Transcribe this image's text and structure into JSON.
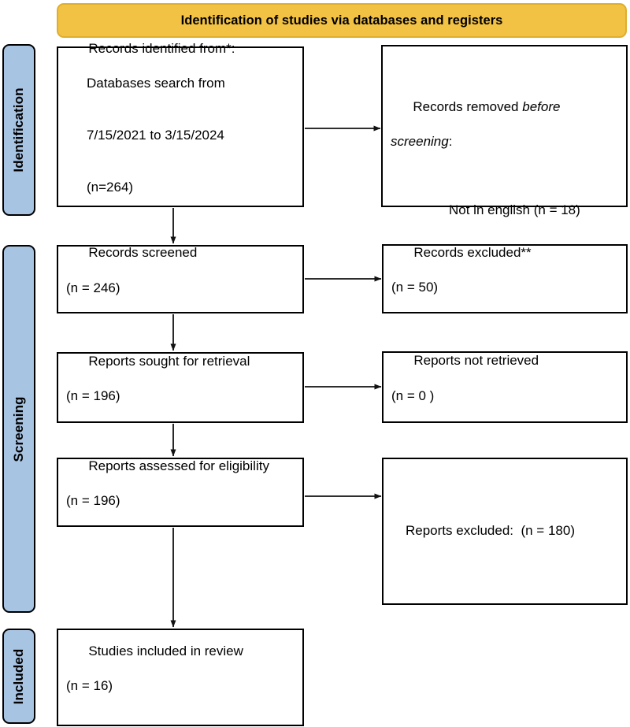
{
  "banner": {
    "title": "Identification of studies via databases and registers",
    "fill_color": "#f2c244"
  },
  "phases": [
    {
      "id": "identification",
      "label": "Identification",
      "fill_color": "#a8c4e3"
    },
    {
      "id": "screening",
      "label": "Screening",
      "fill_color": "#a8c4e3"
    },
    {
      "id": "included",
      "label": "Included",
      "fill_color": "#a8c4e3"
    }
  ],
  "boxes": {
    "records_identified": {
      "line1": "Records identified from*:",
      "line2": "Databases search from",
      "line3": "7/15/2021 to 3/15/2024",
      "line4": "(n=264)"
    },
    "records_removed": {
      "line1_prefix": "Records removed ",
      "line1_italic": "before",
      "line2_italic": "screening",
      "line2_suffix": ":",
      "detail": "Not in english (n = 18)"
    },
    "records_screened": {
      "line1": "Records screened",
      "line2": "(n = 246)"
    },
    "records_excluded": {
      "line1": "Records excluded**",
      "line2": "(n = 50)"
    },
    "reports_sought": {
      "line1": "Reports sought for retrieval",
      "line2": "(n = 196)"
    },
    "reports_not_retrieved": {
      "line1": "Reports not retrieved",
      "line2": "(n = 0 )"
    },
    "reports_assessed": {
      "line1": "Reports assessed for eligibility",
      "line2": "(n = 196)"
    },
    "reports_excluded": {
      "line1": "Reports excluded:  (n = 180)"
    },
    "studies_included": {
      "line1": "Studies included in review",
      "line2": "(n = 16)"
    }
  },
  "chart_data": {
    "type": "diagram",
    "title": "Identification of studies via databases and registers",
    "nodes": [
      {
        "id": "records_identified",
        "phase": "Identification",
        "label": "Records identified from*: Databases search from 7/15/2021 to 3/15/2024",
        "n": 264
      },
      {
        "id": "records_removed",
        "phase": "Identification",
        "label": "Records removed before screening: Not in english",
        "n": 18
      },
      {
        "id": "records_screened",
        "phase": "Screening",
        "label": "Records screened",
        "n": 246
      },
      {
        "id": "records_excluded",
        "phase": "Screening",
        "label": "Records excluded**",
        "n": 50
      },
      {
        "id": "reports_sought",
        "phase": "Screening",
        "label": "Reports sought for retrieval",
        "n": 196
      },
      {
        "id": "reports_not_retrieved",
        "phase": "Screening",
        "label": "Reports not retrieved",
        "n": 0
      },
      {
        "id": "reports_assessed",
        "phase": "Screening",
        "label": "Reports assessed for eligibility",
        "n": 196
      },
      {
        "id": "reports_excluded",
        "phase": "Screening",
        "label": "Reports excluded:",
        "n": 180
      },
      {
        "id": "studies_included",
        "phase": "Included",
        "label": "Studies included in review",
        "n": 16
      }
    ],
    "edges": [
      {
        "from": "records_identified",
        "to": "records_removed",
        "direction": "right"
      },
      {
        "from": "records_identified",
        "to": "records_screened",
        "direction": "down"
      },
      {
        "from": "records_screened",
        "to": "records_excluded",
        "direction": "right"
      },
      {
        "from": "records_screened",
        "to": "reports_sought",
        "direction": "down"
      },
      {
        "from": "reports_sought",
        "to": "reports_not_retrieved",
        "direction": "right"
      },
      {
        "from": "reports_sought",
        "to": "reports_assessed",
        "direction": "down"
      },
      {
        "from": "reports_assessed",
        "to": "reports_excluded",
        "direction": "right"
      },
      {
        "from": "reports_assessed",
        "to": "studies_included",
        "direction": "down"
      }
    ]
  }
}
